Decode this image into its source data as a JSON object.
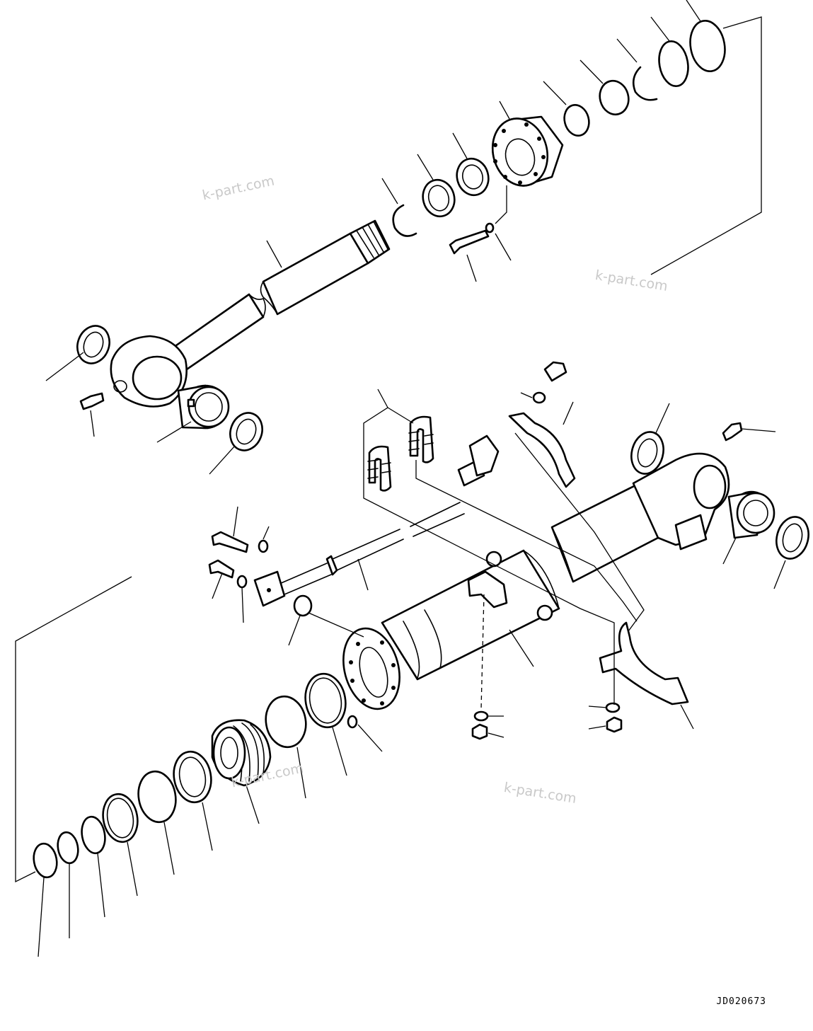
{
  "diagram": {
    "watermarks": [
      "k-part.com",
      "k-part.com",
      "k-part.com",
      "k-part.com"
    ],
    "drawing_code": "JD020673"
  },
  "colors": {
    "line": "#000000",
    "background": "#ffffff",
    "watermark": "#c9c9c9"
  }
}
